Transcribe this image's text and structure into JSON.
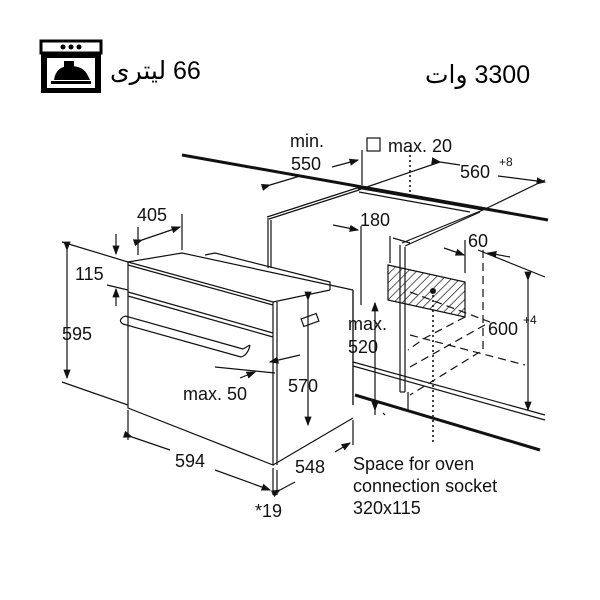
{
  "header": {
    "capacity": "66 لیتری",
    "power": "3300 وات",
    "oven_icon": "oven-icon"
  },
  "diagram": {
    "labels": {
      "min": "min.",
      "min_550": "550",
      "max20": "max. 20",
      "w560": "560",
      "w560_tol": "+8",
      "d405": "405",
      "d180": "180",
      "d60": "60",
      "h115": "115",
      "h595": "595",
      "h600": "600",
      "h600_tol": "+4",
      "max": "max.",
      "max520": "520",
      "max50": "max. 50",
      "h570": "570",
      "w594": "594",
      "d548": "548",
      "star19": "*19",
      "socket1": "Space for oven",
      "socket2": "connection socket",
      "socket3": "320x115"
    }
  }
}
